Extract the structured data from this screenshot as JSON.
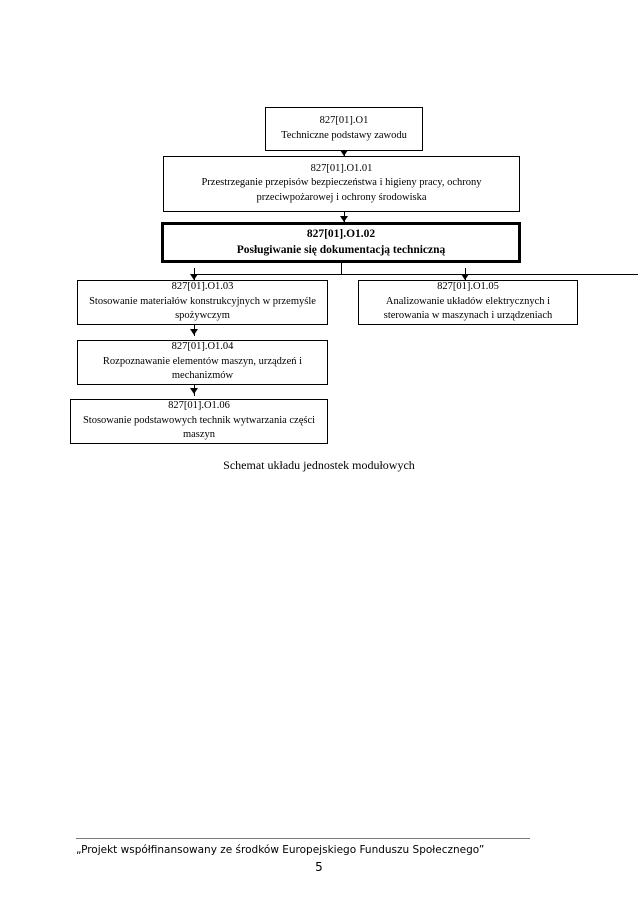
{
  "document": {
    "caption": "Schemat układu jednostek modułowych",
    "footer_text": "„Projekt współfinansowany ze środków Europejskiego Funduszu Społecznego”",
    "page_number": "5"
  },
  "diagram": {
    "type": "flowchart",
    "nodes": [
      {
        "id": "o1",
        "code": "827[01].O1",
        "title": "Techniczne podstawy zawodu",
        "emphasis": false
      },
      {
        "id": "o1-01",
        "code": "827[01].O1.01",
        "title": "Przestrzeganie przepisów bezpieczeństwa i higieny pracy, ochrony przeciwpożarowej i ochrony środowiska",
        "emphasis": false
      },
      {
        "id": "o1-02",
        "code": "827[01].O1.02",
        "title": "Posługiwanie się dokumentacją techniczną",
        "emphasis": true
      },
      {
        "id": "o1-03",
        "code": "827[01].O1.03",
        "title": "Stosowanie materiałów konstrukcyjnych w przemyśle spożywczym",
        "emphasis": false
      },
      {
        "id": "o1-05",
        "code": "827[01].O1.05",
        "title": "Analizowanie układów elektrycznych i sterowania w maszynach i urządzeniach",
        "emphasis": false
      },
      {
        "id": "o1-04",
        "code": "827[01].O1.04",
        "title": "Rozpoznawanie elementów maszyn, urządzeń i mechanizmów",
        "emphasis": false
      },
      {
        "id": "o1-06",
        "code": "827[01].O1.06",
        "title": "Stosowanie podstawowych technik wytwarzania części maszyn",
        "emphasis": false
      }
    ],
    "edges": [
      {
        "from": "o1",
        "to": "o1-01"
      },
      {
        "from": "o1-01",
        "to": "o1-02"
      },
      {
        "from": "o1-02",
        "to": "o1-03"
      },
      {
        "from": "o1-02",
        "to": "o1-05"
      },
      {
        "from": "o1-03",
        "to": "o1-04"
      },
      {
        "from": "o1-04",
        "to": "o1-06"
      }
    ],
    "colors": {
      "line": "#000000",
      "background": "#ffffff",
      "text": "#000000"
    }
  }
}
